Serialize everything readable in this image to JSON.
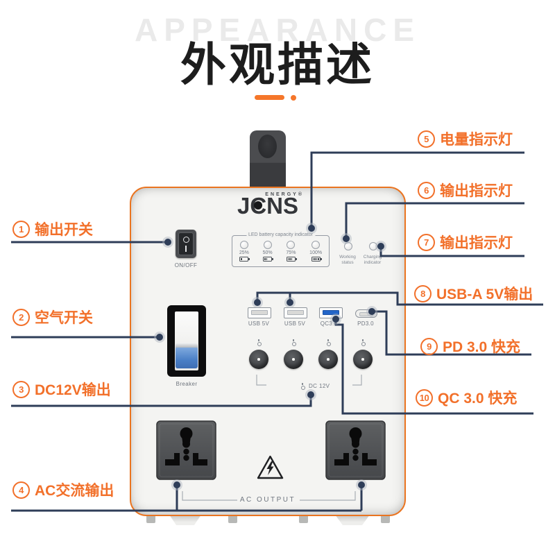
{
  "header": {
    "background_word": "APPEARANCE",
    "title": "外观描述"
  },
  "callouts": {
    "items": [
      {
        "num": "1",
        "text": "输出开关"
      },
      {
        "num": "2",
        "text": "空气开关"
      },
      {
        "num": "3",
        "text": "DC12V输出"
      },
      {
        "num": "4",
        "text": "AC交流输出"
      },
      {
        "num": "5",
        "text": "电量指示灯"
      },
      {
        "num": "6",
        "text": "输出指示灯"
      },
      {
        "num": "7",
        "text": "输出指示灯"
      },
      {
        "num": "8",
        "text": "USB-A 5V输出"
      },
      {
        "num": "9",
        "text": "PD 3.0 快充"
      },
      {
        "num": "10",
        "text": "QC 3.0 快充"
      }
    ]
  },
  "device": {
    "brand": {
      "name_left": "J",
      "name_c": "C",
      "name_right": "NS",
      "sub": "ENERGY",
      "reg": "®"
    },
    "led_panel": {
      "title": "LED battery capacity indicator",
      "levels": [
        {
          "pct": "25%",
          "bars": 1
        },
        {
          "pct": "50%",
          "bars": 2
        },
        {
          "pct": "75%",
          "bars": 3
        },
        {
          "pct": "100%",
          "bars": 4
        }
      ]
    },
    "status": {
      "working": [
        "Working",
        "status"
      ],
      "charging": [
        "Charging",
        "indicator"
      ]
    },
    "power_switch": {
      "label": "ON/OFF"
    },
    "breaker": {
      "label": "Breaker"
    },
    "ports": {
      "usb1": "USB 5V",
      "usb2": "USB 5V",
      "qc": "QC3.0",
      "pd": "PD3.0"
    },
    "dc": {
      "label": "DC 12V"
    },
    "ac": {
      "label": "AC OUTPUT"
    }
  },
  "colors": {
    "accent": "#f2702a",
    "line": "#2e3d58",
    "title": "#1d1d1d",
    "watermark": "#eaeaea"
  }
}
